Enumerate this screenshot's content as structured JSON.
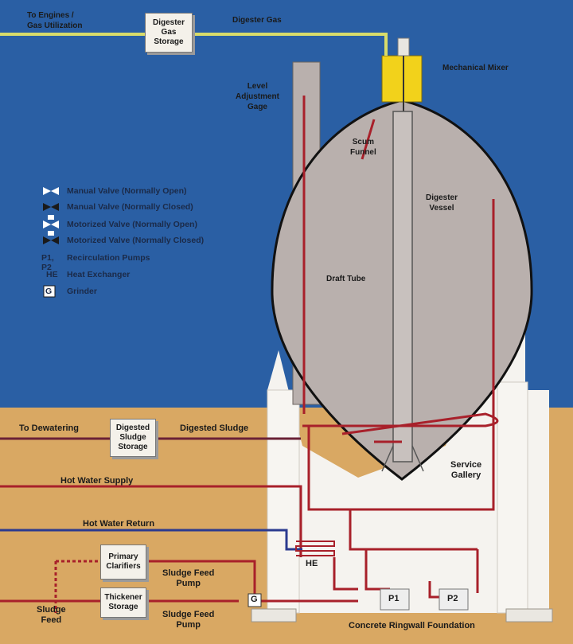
{
  "labels": {
    "to_engines": "To Engines /\nGas Utilization",
    "digester_gas": "Digester Gas",
    "gas_storage": "Digester\nGas\nStorage",
    "mechanical_mixer": "Mechanical Mixer",
    "level_gage": "Level\nAdjustment\nGage",
    "scum_funnel": "Scum\nFunnel",
    "digester_vessel": "Digester\nVessel",
    "draft_tube": "Draft Tube",
    "to_dewatering": "To Dewatering",
    "digested_storage": "Digested\nSludge\nStorage",
    "digested_sludge": "Digested Sludge",
    "service_gallery": "Service\nGallery",
    "hot_water_supply": "Hot Water Supply",
    "hot_water_return": "Hot Water Return",
    "primary_clarifiers": "Primary\nClarifiers",
    "thickener_storage": "Thickener\nStorage",
    "sludge_feed_pump_1": "Sludge Feed\nPump",
    "sludge_feed_pump_2": "Sludge Feed\nPump",
    "sludge_feed": "Sludge\nFeed",
    "he": "HE",
    "p1": "P1",
    "p2": "P2",
    "g": "G",
    "foundation": "Concrete Ringwall Foundation"
  },
  "legend": [
    {
      "symbol": "manual-valve-open-icon",
      "text": "Manual Valve (Normally Open)"
    },
    {
      "symbol": "manual-valve-closed-icon",
      "text": "Manual Valve (Normally Closed)"
    },
    {
      "symbol": "motorized-valve-open-icon",
      "text": "Motorized Valve (Normally Open)"
    },
    {
      "symbol": "motorized-valve-closed-icon",
      "text": "Motorized Valve (Normally Closed)"
    },
    {
      "symbol": "P1, P2",
      "text": "Recirculation Pumps"
    },
    {
      "symbol": "HE",
      "text": "Heat Exchanger"
    },
    {
      "symbol": "G",
      "text": "Grinder"
    }
  ],
  "colors": {
    "sky": "#2a5fa4",
    "ground": "#d9a863",
    "vessel": "#b9b0ad",
    "pipe_red": "#a8202a",
    "pipe_blue": "#2b3a8f",
    "gas_line": "#d8dc6a",
    "mixer": "#f2d21b"
  }
}
